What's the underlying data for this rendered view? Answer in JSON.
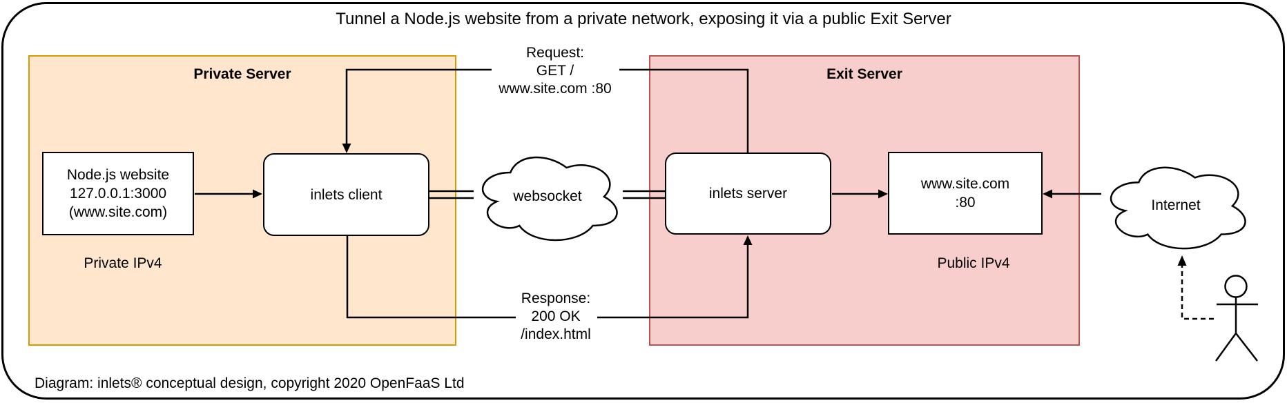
{
  "title": "Tunnel a Node.js website from a private network, exposing it via a public Exit Server",
  "footer": "Diagram: inlets® conceptual design, copyright 2020 OpenFaaS Ltd",
  "private_server": {
    "label": "Private Server",
    "ip_label": "Private IPv4",
    "nodejs_box": {
      "lines": [
        "Node.js website",
        "127.0.0.1:3000",
        "(www.site.com)"
      ]
    },
    "inlets_client_label": "inlets client"
  },
  "exit_server": {
    "label": "Exit Server",
    "ip_label": "Public IPv4",
    "inlets_server_label": "inlets server",
    "site_box": {
      "lines": [
        "www.site.com",
        ":80"
      ]
    }
  },
  "tunnel": {
    "websocket_label": "websocket",
    "request": {
      "lines": [
        "Request:",
        "GET /",
        "www.site.com :80"
      ]
    },
    "response": {
      "lines": [
        "Response:",
        "200 OK",
        "/index.html"
      ]
    }
  },
  "internet": {
    "label": "Internet"
  },
  "colors": {
    "private_fill": "#ffe6cc",
    "private_border": "#d79b00",
    "exit_fill": "#f8cecc",
    "exit_border": "#b85450",
    "line": "#000000",
    "background": "#ffffff"
  }
}
